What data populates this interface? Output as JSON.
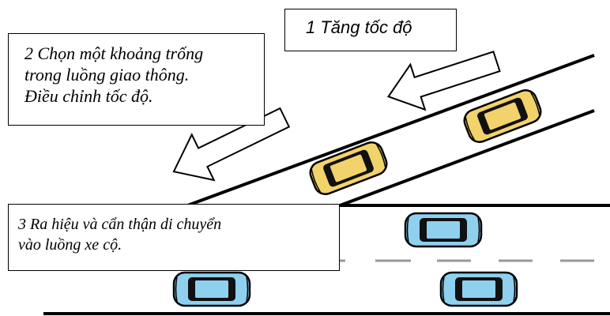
{
  "callouts": {
    "step1": "1 Tăng tốc độ",
    "step2": [
      "2 Chọn một khoảng trống",
      "trong luồng giao thông.",
      "Điều chỉnh tốc độ."
    ],
    "step3": [
      "3 Ra hiệu và cẩn thận di chuyển",
      "vào luồng xe cộ."
    ]
  },
  "colors": {
    "ramp_car": "#f2d36b",
    "road_car": "#8fd0ef",
    "lane_dash": "#999999",
    "outline": "#000000"
  },
  "icons": [
    "left-arrow-icon",
    "left-arrow-icon",
    "yellow-car-icon",
    "yellow-car-icon",
    "blue-car-icon",
    "blue-car-icon",
    "blue-car-icon"
  ]
}
